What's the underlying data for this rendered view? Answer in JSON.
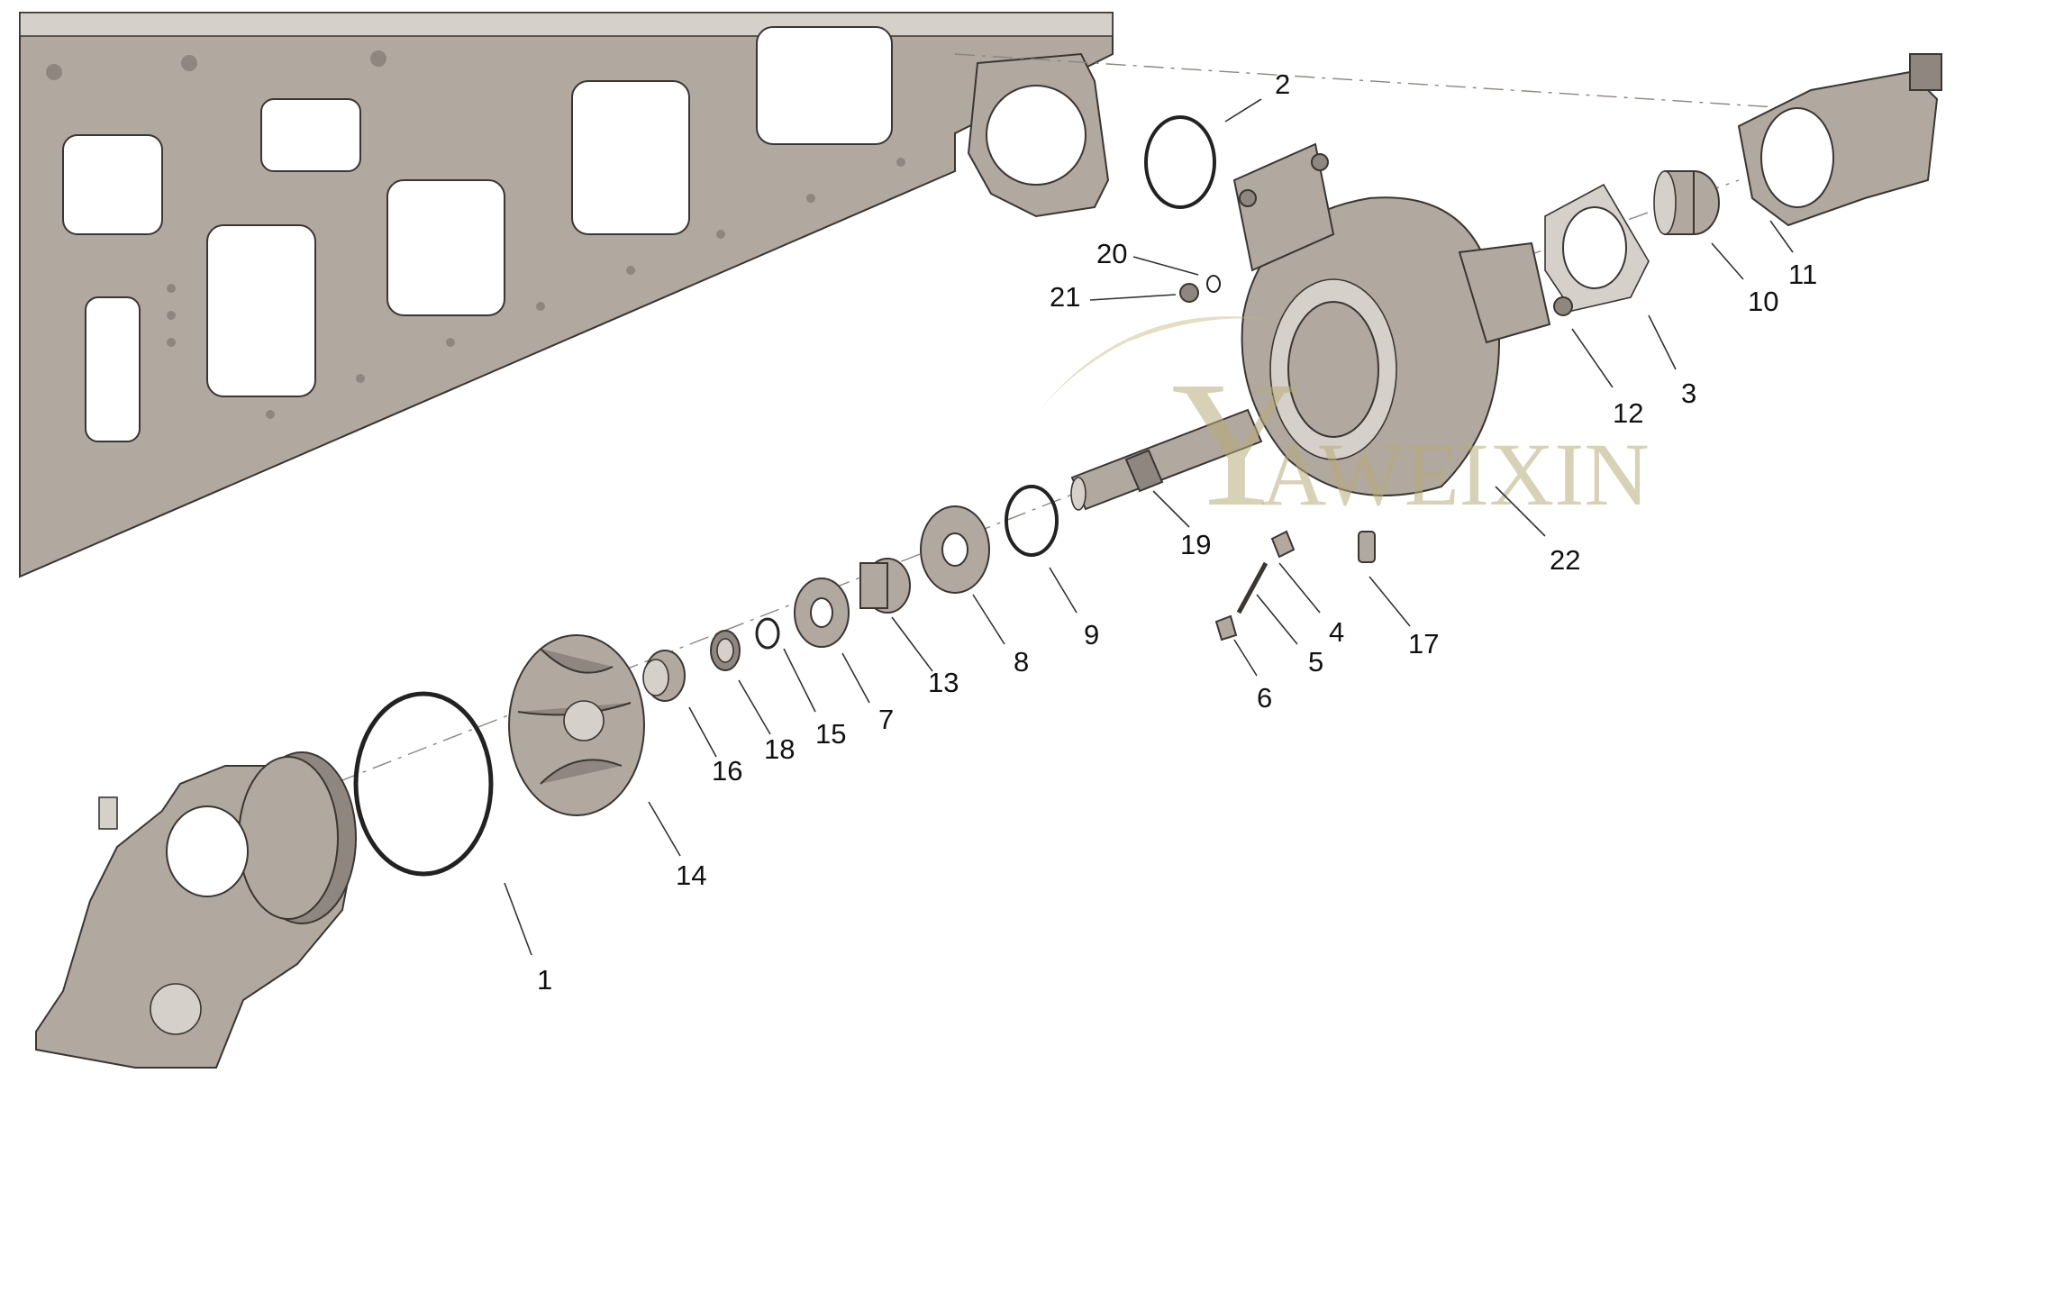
{
  "watermark": {
    "monogram": "Y",
    "text": "AWEIXIN",
    "color": "#b8ac7a"
  },
  "callouts": [
    {
      "id": "1",
      "text": "1"
    },
    {
      "id": "2",
      "text": "2"
    },
    {
      "id": "3",
      "text": "3"
    },
    {
      "id": "4",
      "text": "4"
    },
    {
      "id": "5",
      "text": "5"
    },
    {
      "id": "6",
      "text": "6"
    },
    {
      "id": "7",
      "text": "7"
    },
    {
      "id": "8",
      "text": "8"
    },
    {
      "id": "9",
      "text": "9"
    },
    {
      "id": "10",
      "text": "10"
    },
    {
      "id": "11",
      "text": "11"
    },
    {
      "id": "12",
      "text": "12"
    },
    {
      "id": "13",
      "text": "13"
    },
    {
      "id": "14",
      "text": "14"
    },
    {
      "id": "15",
      "text": "15"
    },
    {
      "id": "16",
      "text": "16"
    },
    {
      "id": "17",
      "text": "17"
    },
    {
      "id": "18",
      "text": "18"
    },
    {
      "id": "19",
      "text": "19"
    },
    {
      "id": "20",
      "text": "20"
    },
    {
      "id": "21",
      "text": "21"
    },
    {
      "id": "22",
      "text": "22"
    }
  ],
  "colors": {
    "part_fill": "#b1a89f",
    "part_outline": "#3a3632",
    "callout_text": "#111111"
  }
}
